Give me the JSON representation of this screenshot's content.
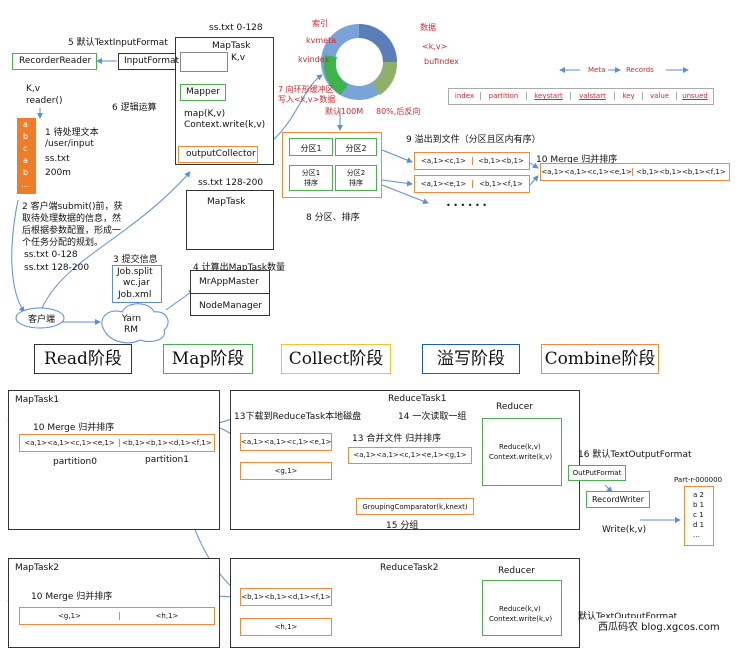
{
  "top": {
    "ss_txt_range1": "ss.txt 0-128",
    "ss_txt_range2": "ss.txt 128-200",
    "step5": "5 默认TextInputFormat",
    "recorder_reader": "RecorderReader",
    "input_format": "InputFormat",
    "maptask": "MapTask",
    "kv_label": "K,v",
    "mapper": "Mapper",
    "kv_reader_1": "K,v",
    "kv_reader_2": "reader()",
    "step6": "6 逻辑运算",
    "map_code_1": "map(K,v)",
    "map_code_2": "Context.write(k,v)",
    "output_collector": "outputCollector",
    "step1": "1 待处理文本",
    "step1_path": "/user/input",
    "step1_file": "ss.txt",
    "step1_size": "200m",
    "file_letters": [
      "a",
      "b",
      "c",
      "a",
      "b",
      "…"
    ],
    "step2": [
      "2 客户端submit()前，获",
      "取待处理数据的信息，然",
      "后根据参数配置，形成一",
      "个任务分配的规划。"
    ],
    "splits": [
      "ss.txt  0-128",
      "ss.txt  128-200"
    ],
    "step3": "3 提交信息",
    "job_files": [
      "Job.split",
      "wc.jar",
      "Job.xml"
    ],
    "step4": "4 计算出MapTask数量",
    "mrappmaster": "MrAppMaster",
    "nodemanager": "NodeManager",
    "maptask2": "MapTask",
    "client": "客户端",
    "yarn": [
      "Yarn",
      "RM"
    ]
  },
  "buffer": {
    "labels": {
      "index": "索引",
      "data": "数据",
      "kvmeta": "kvmeta",
      "kv": "<k,v>",
      "kvindex": "kvindex",
      "bufindex": "bufindex"
    },
    "step7": [
      "7 向环形缓冲区",
      "写入<k,v>数据"
    ],
    "default_size": "默认100M",
    "reverse": "80%,后反向",
    "meta_label": "Meta",
    "records_label": "Records",
    "meta_cols": [
      "index",
      "partition",
      "keystart",
      "valstart",
      "key",
      "value",
      "unsued"
    ]
  },
  "partition": {
    "cells": [
      [
        "分区1",
        "分区2"
      ],
      [
        "分区1\n排序",
        "分区2\n排序"
      ]
    ],
    "step8": "8 分区、排序",
    "step9": "9 溢出到文件（分区且区内有序）",
    "spill_rows": [
      [
        "<a,1><c,1>",
        "<b,1><b,1>"
      ],
      [
        "<a,1><e,1>",
        "<b,1><f,1>"
      ]
    ],
    "dots": "• • •   • • •",
    "step10": "10 Merge 归并排序",
    "merge_row": [
      "<a,1><a,1><c,1><e,1>",
      "<b,1><b,1><b,1><f,1>"
    ]
  },
  "stages": [
    "Read阶段",
    "Map阶段",
    "Collect阶段",
    "溢写阶段",
    "Combine阶段"
  ],
  "stage_colors": [
    "#333333",
    "#4caf50",
    "#f4c430",
    "#1f5fae",
    "#ee8a3c"
  ],
  "maptask1": {
    "title": "MapTask1",
    "merge": "10 Merge 归并排序",
    "row": [
      "<a,1><a,1><c,1><e,1>",
      "<b,1><b,1><d,1><f,1>"
    ],
    "partition0": "partition0",
    "partition1": "partition1"
  },
  "reducetask1": {
    "title": "ReduceTask1",
    "step13a": "13下载到ReduceTask本地磁盘",
    "step14": "14 一次读取一组",
    "reducer": "Reducer",
    "local1": "<a,1><a,1><c,1><e,1>",
    "step13b": "13 合并文件 归并排序",
    "merged": "<a,1><a,1><c,1><e,1><g,1>",
    "g1": "<g,1>",
    "reduce_code": [
      "Reduce(k,v)",
      "Context.write(k,v)"
    ],
    "grouping": "GroupingComparator(k,knext)",
    "step15": "15 分组",
    "step16": "16 默认TextOutputFormat",
    "output_format": "OutPutFormat",
    "record_writer": "RecordWriter",
    "write": "Write(k,v)",
    "part_file": "Part-r-000000",
    "part_lines": [
      "a 2",
      "b 1",
      "c 1",
      "d 1",
      "…"
    ]
  },
  "maptask2": {
    "title": "MapTask2",
    "merge": "10 Merge 归并排序",
    "row": [
      "<g,1>",
      "<h,1>"
    ]
  },
  "reducetask2": {
    "title": "ReduceTask2",
    "reducer": "Reducer",
    "row1": "<b,1><b,1><d,1><f,1>",
    "row2": "<h,1>",
    "reduce_code": [
      "Reduce(k,v)",
      "Context.write(k,v)"
    ],
    "default_output": "默认TextOutputFormat"
  },
  "watermark": "西瓜码农 blog.xgcos.com"
}
